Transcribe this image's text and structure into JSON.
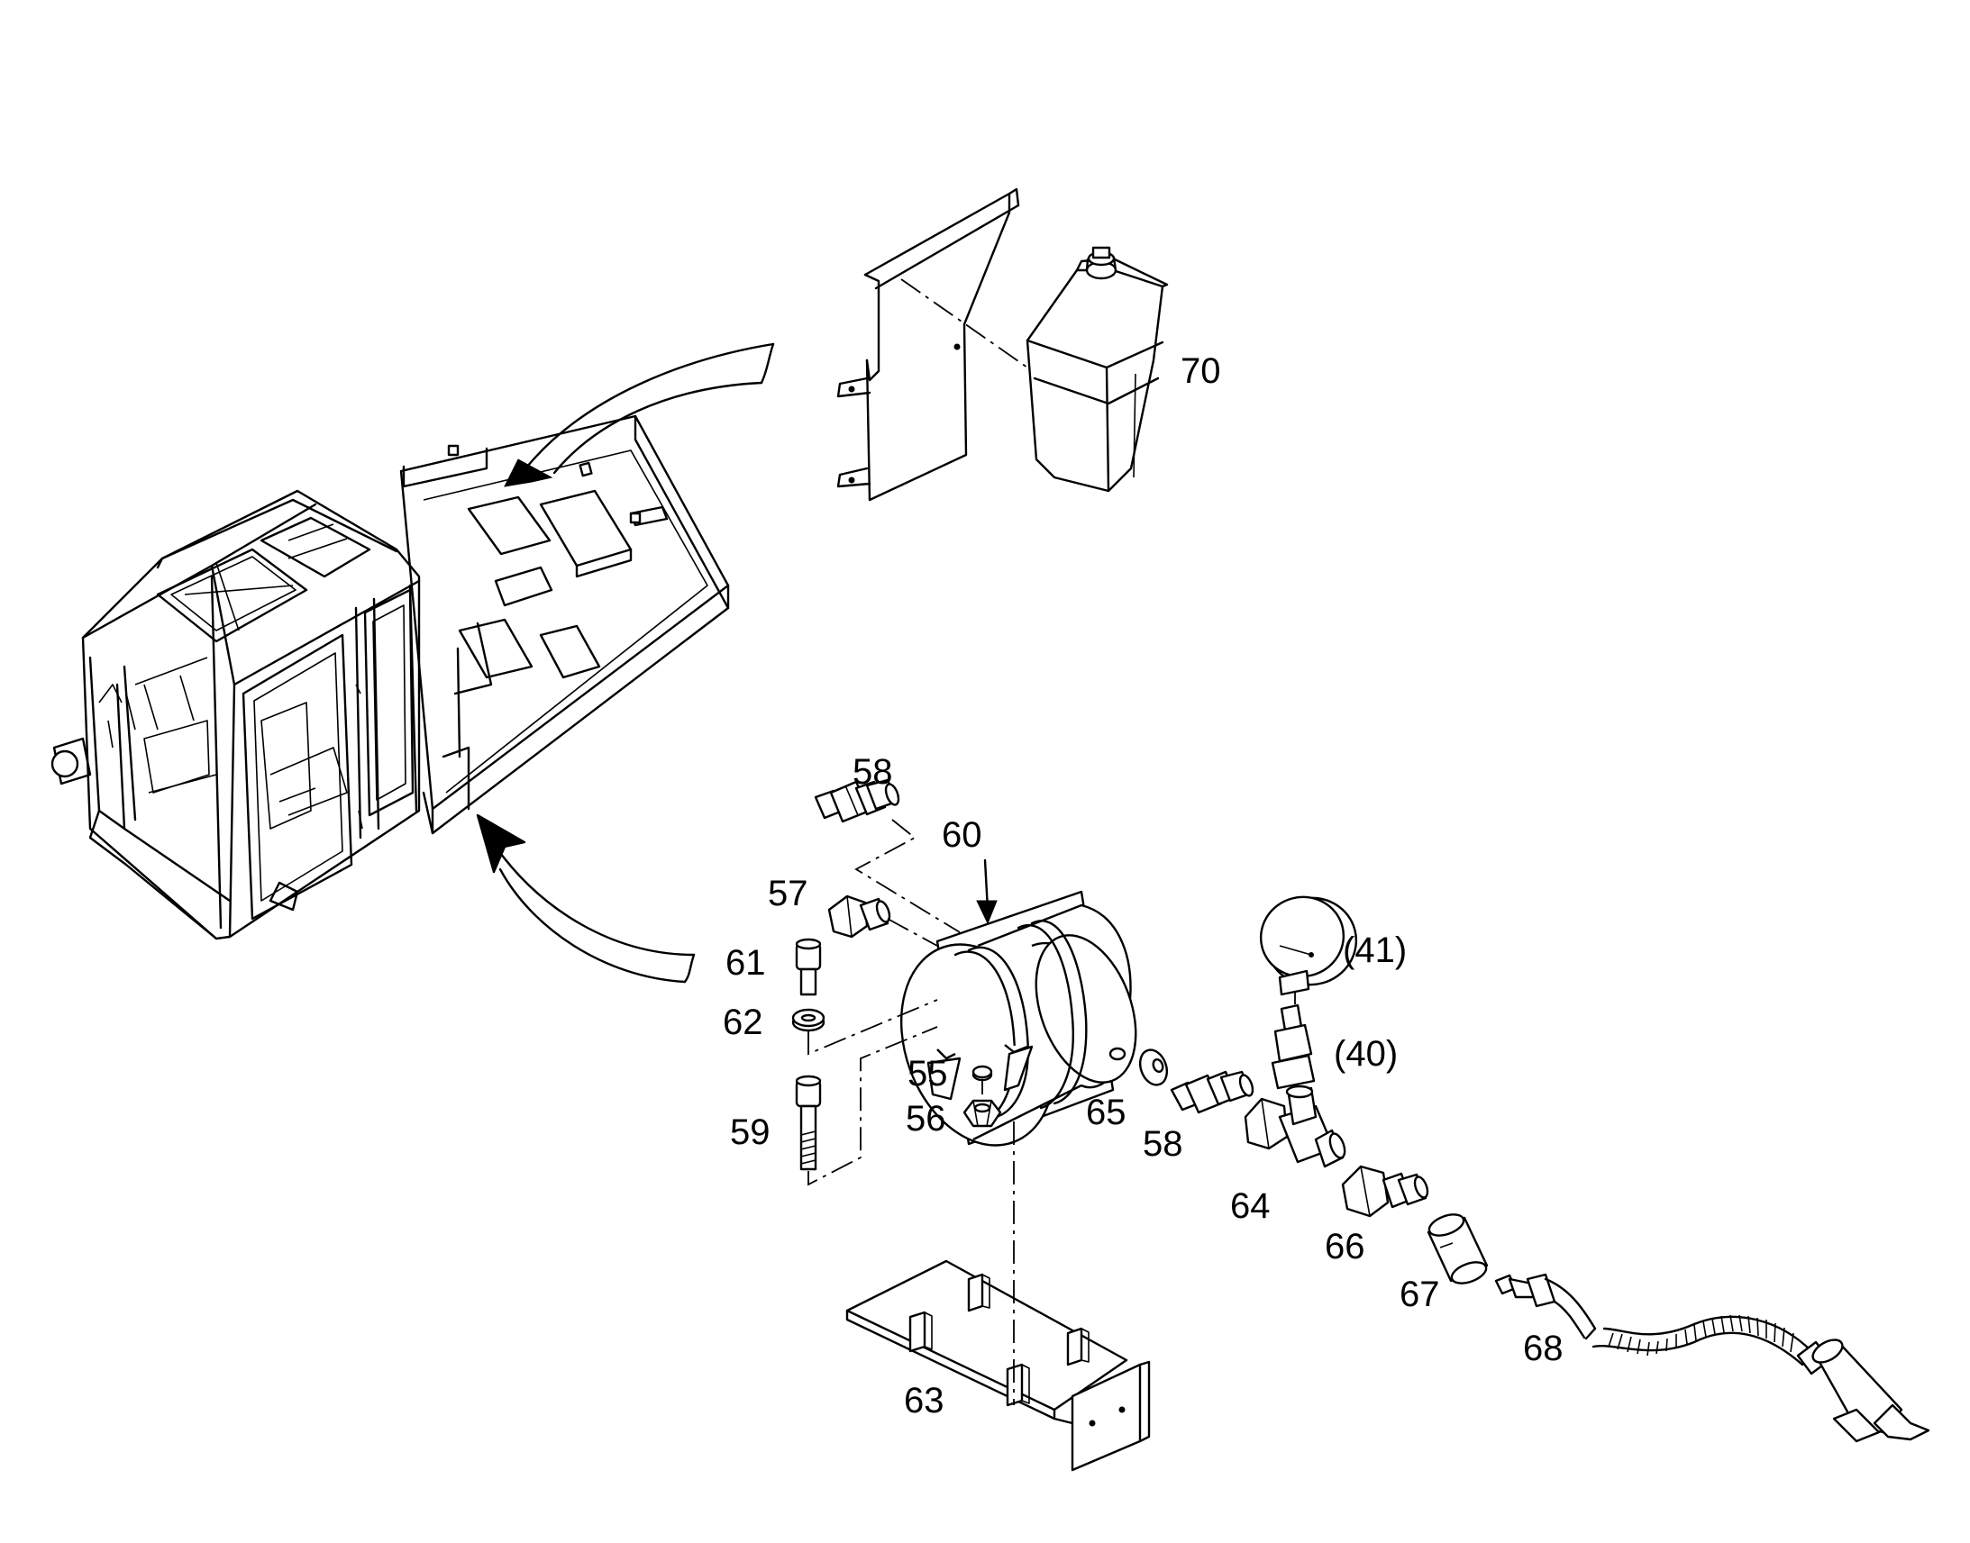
{
  "callouts": {
    "c70": "70",
    "c58a": "58",
    "c60": "60",
    "c57": "57",
    "c61": "61",
    "c62": "62",
    "c59": "59",
    "c55": "55",
    "c56": "56",
    "c65": "65",
    "c58b": "58",
    "c64": "64",
    "c66": "66",
    "c67": "67",
    "c68": "68",
    "c63": "63",
    "c41": "(41)",
    "c40": "(40)"
  }
}
